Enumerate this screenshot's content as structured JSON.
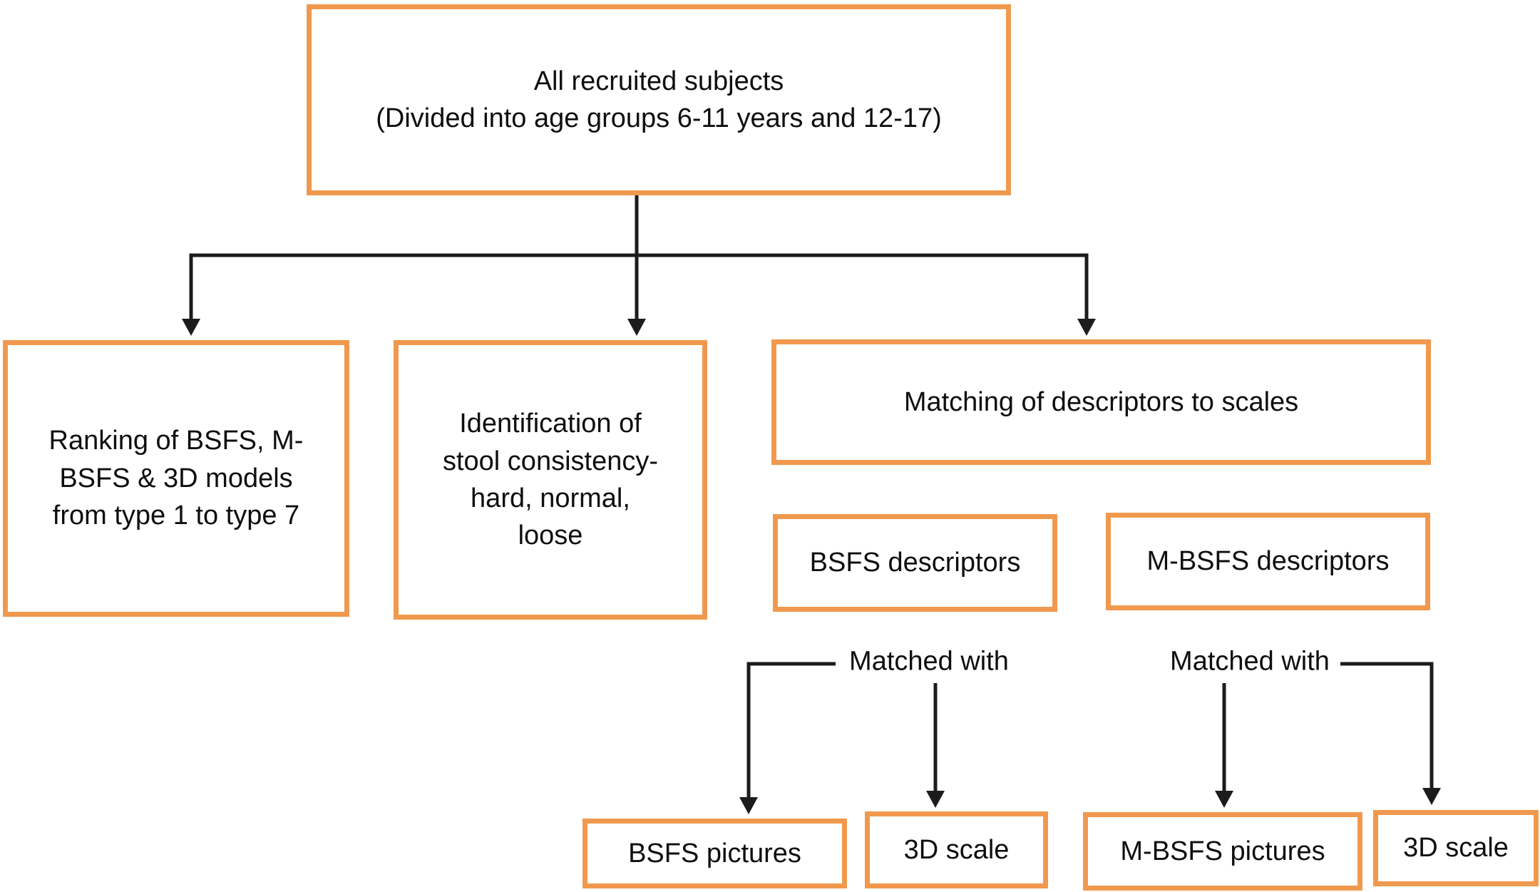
{
  "diagram": {
    "colors": {
      "box_border": "#F0994E",
      "connector": "#1C1C1C",
      "text": "#0E0E0E",
      "background": "#FFFFFF"
    },
    "nodes": {
      "root": {
        "label": "All recruited subjects\n(Divided into age groups 6-11 years and 12-17)"
      },
      "ranking": {
        "label": "Ranking of BSFS, M-\nBSFS & 3D models\nfrom type 1 to type 7"
      },
      "identification": {
        "label": "Identification of\nstool consistency-\nhard, normal,\nloose"
      },
      "matching": {
        "label": "Matching of descriptors to scales"
      },
      "bsfs_descriptors": {
        "label": "BSFS descriptors"
      },
      "mbsfs_descriptors": {
        "label": "M-BSFS descriptors"
      },
      "bsfs_pictures": {
        "label": "BSFS pictures"
      },
      "three_d_scale_left": {
        "label": "3D scale"
      },
      "mbsfs_pictures": {
        "label": "M-BSFS pictures"
      },
      "three_d_scale_right": {
        "label": "3D scale"
      }
    },
    "edge_labels": {
      "matched_with_left": "Matched with",
      "matched_with_right": "Matched with"
    }
  }
}
